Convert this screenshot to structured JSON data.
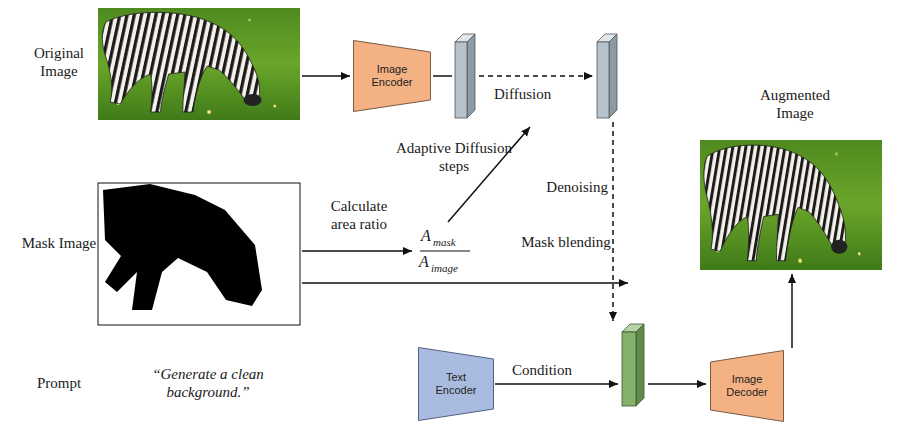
{
  "diagram": {
    "nodes": [
      {
        "text": [
          "Image Encoder"
        ]
      },
      {
        "text": [
          "Text Encoder"
        ]
      },
      {
        "text": [
          "Image Decoder"
        ]
      }
    ],
    "labels": [
      "Original Image",
      "Adaptive Diffusion steps",
      "Diffusion",
      "Augmented Image",
      "Mask Image",
      "Calculate area ratio",
      "A",
      "mask",
      "A",
      "image",
      "Denoising",
      "Mask blending",
      "Prompt",
      "“Generate a clean background.”",
      "Condition"
    ]
  }
}
